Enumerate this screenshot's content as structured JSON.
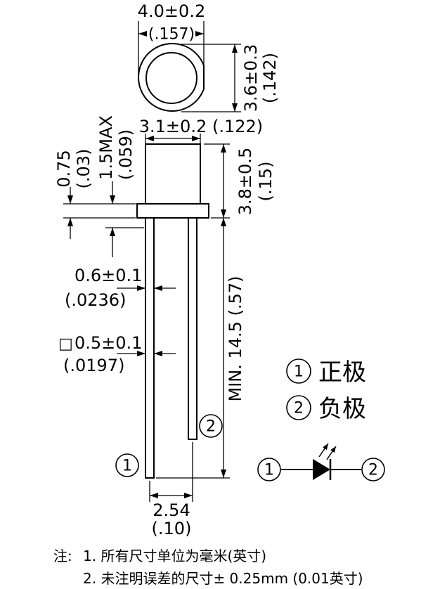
{
  "top_view": {
    "width_dim": "4.0±0.2",
    "width_dim_inch": "(.157)",
    "height_dim": "3.6±0.3",
    "height_dim_inch": "(.142)"
  },
  "side_view": {
    "body_width": "3.1±0.2",
    "body_width_inch": "(.122)",
    "flange_thickness": "0.75",
    "flange_thickness_inch": "(.03)",
    "flange_max": "1.5MAX",
    "flange_max_inch": "(.059)",
    "body_height": "3.8±0.5",
    "body_height_inch": "(.15)",
    "lead_length": "MIN. 14.5 (.57)",
    "lead_width": "0.6±0.1",
    "lead_width_inch": "(.0236)",
    "lead_square_symbol": "□",
    "lead_square": "0.5±0.1",
    "lead_square_inch": "(.0197)",
    "pitch": "2.54",
    "pitch_inch": "(.10)"
  },
  "pins": {
    "pin1": "1",
    "pin2": "2"
  },
  "legend": [
    {
      "marker": "1",
      "label": "正极"
    },
    {
      "marker": "2",
      "label": "负极"
    }
  ],
  "symbol": {
    "anode_marker": "1",
    "cathode_marker": "2"
  },
  "notes": {
    "prefix": "注:",
    "items": [
      "1. 所有尺寸单位为毫米(英寸)",
      "2. 未注明误差的尺寸± 0.25mm (0.01英寸)"
    ]
  }
}
